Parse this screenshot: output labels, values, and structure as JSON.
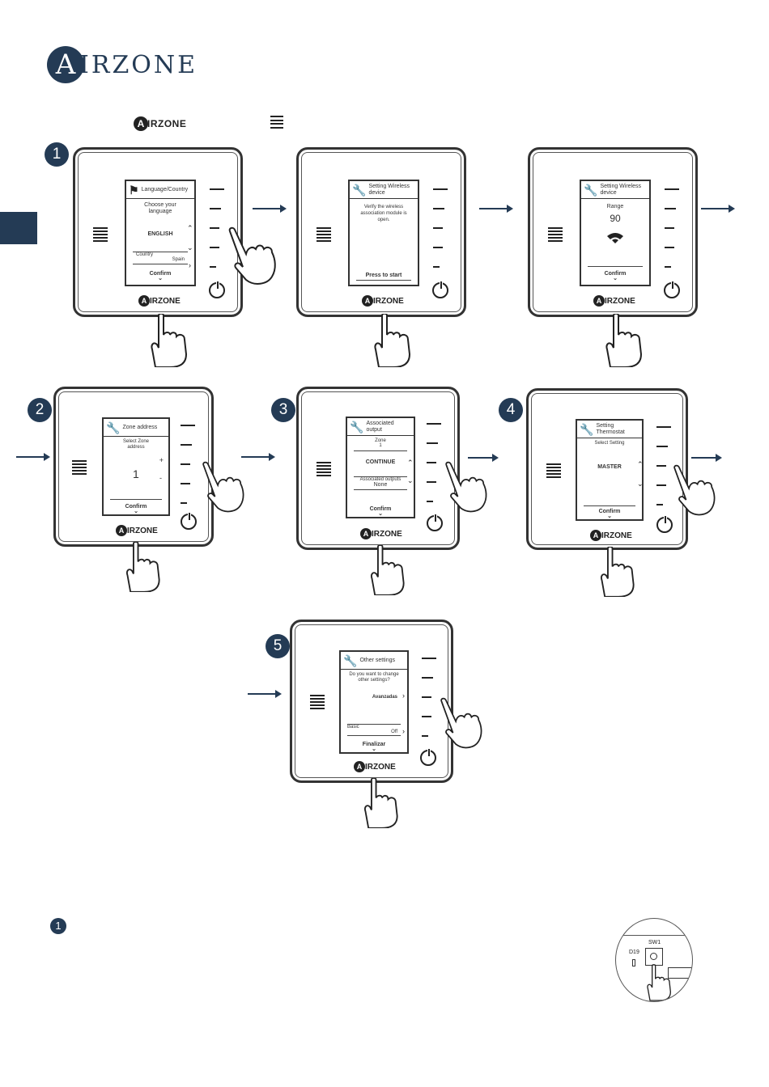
{
  "brand": {
    "logo_initial": "A",
    "logo_rest": "IRZONE"
  },
  "intro": {
    "logo_initial": "A",
    "logo_rest": "IRZONE"
  },
  "devices": {
    "logo_initial": "A",
    "logo_rest": "IRZONE"
  },
  "step_badges": [
    "1",
    "2",
    "3",
    "4",
    "5"
  ],
  "screen1": {
    "title": "Language/Country",
    "prompt": "Choose your language",
    "value": "ENGLISH",
    "country_label": "Country",
    "country_value": "Spain",
    "confirm": "Confirm"
  },
  "screen2": {
    "title": "Setting Wireless device",
    "body": "Verify the wireless association module is open.",
    "action": "Press to start"
  },
  "screen3": {
    "title": "Setting Wireless device",
    "label": "Range",
    "value": "90",
    "confirm": "Confirm"
  },
  "screen4": {
    "title": "Zone address",
    "prompt": "Select Zone address",
    "value": "1",
    "plus": "+",
    "minus": "-",
    "confirm": "Confirm"
  },
  "screen5": {
    "title": "Associated output",
    "zone_label": "Zone",
    "zone_value": "1",
    "action": "CONTINUE",
    "outputs_label": "Associated outputs",
    "outputs_value": "None",
    "confirm": "Confirm"
  },
  "screen6": {
    "title": "Setting Thermostat",
    "prompt": "Select Setting",
    "value": "MASTER",
    "confirm": "Confirm"
  },
  "screen7": {
    "title": "Other settings",
    "prompt": "Do you want to change other settings?",
    "option": "Avanzadas",
    "basic_label": "Basic",
    "basic_value": "Off",
    "finish": "Finalizar"
  },
  "footer_badge": "1",
  "switch_detail": {
    "led_label": "D19",
    "switch_label": "SW1"
  },
  "colors": {
    "accent": "#243b55",
    "ink": "#222222"
  },
  "icons": [
    "wrench-icon",
    "flag-icon",
    "wifi-icon",
    "menu-icon",
    "power-icon",
    "hand-icon",
    "arrow-icon"
  ]
}
